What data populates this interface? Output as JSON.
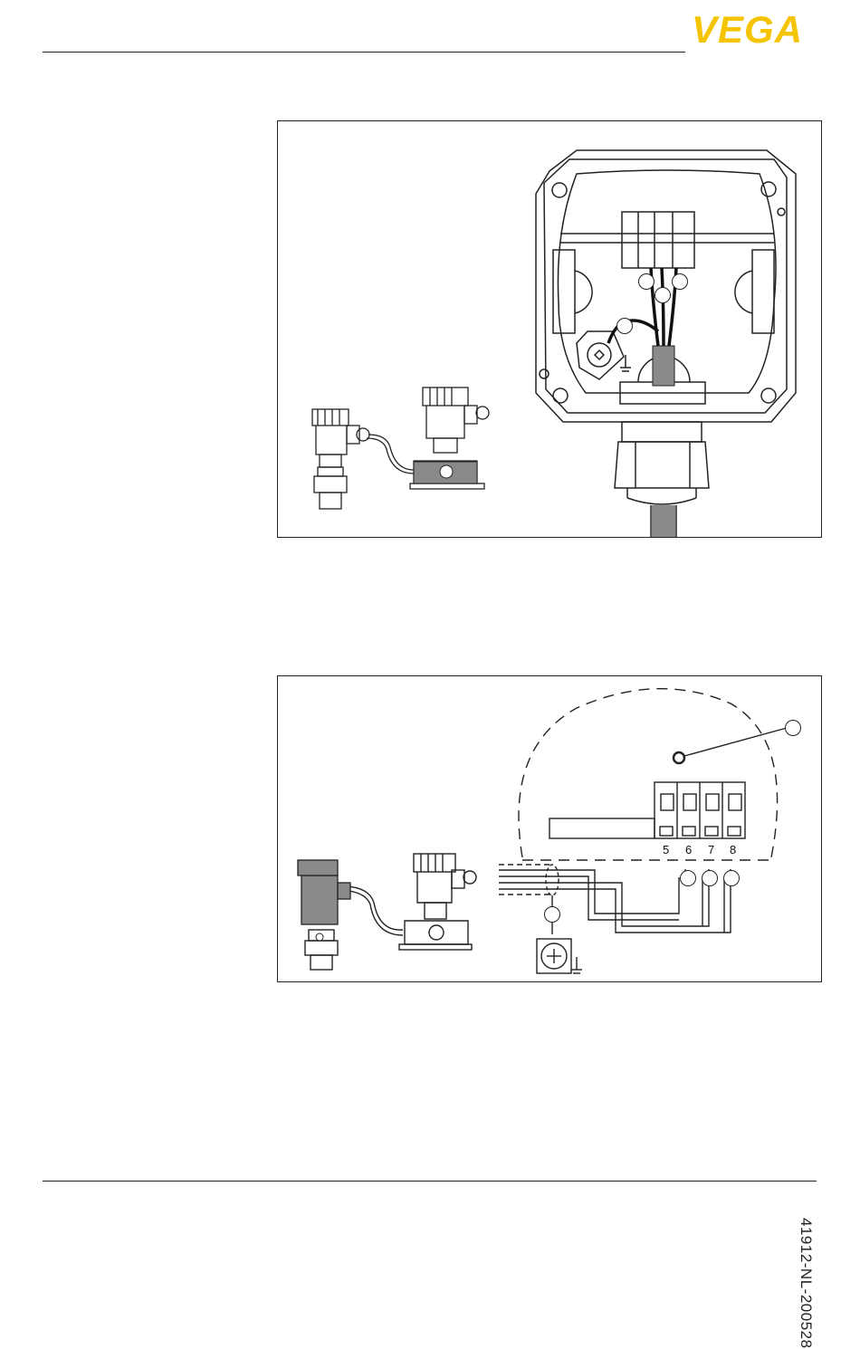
{
  "header": {
    "logo_text": "VEGA"
  },
  "figure_1": {
    "callouts": [
      "",
      "",
      "",
      ""
    ]
  },
  "figure_2": {
    "terminal_labels": [
      "5",
      "6",
      "7",
      "8"
    ],
    "callouts": [
      "",
      "",
      "",
      "",
      ""
    ]
  },
  "footer": {
    "document_number": "41912-NL-200528"
  },
  "colors": {
    "logo": "#f5c400",
    "line": "#222222",
    "gray_fill": "#8a8a8a"
  }
}
